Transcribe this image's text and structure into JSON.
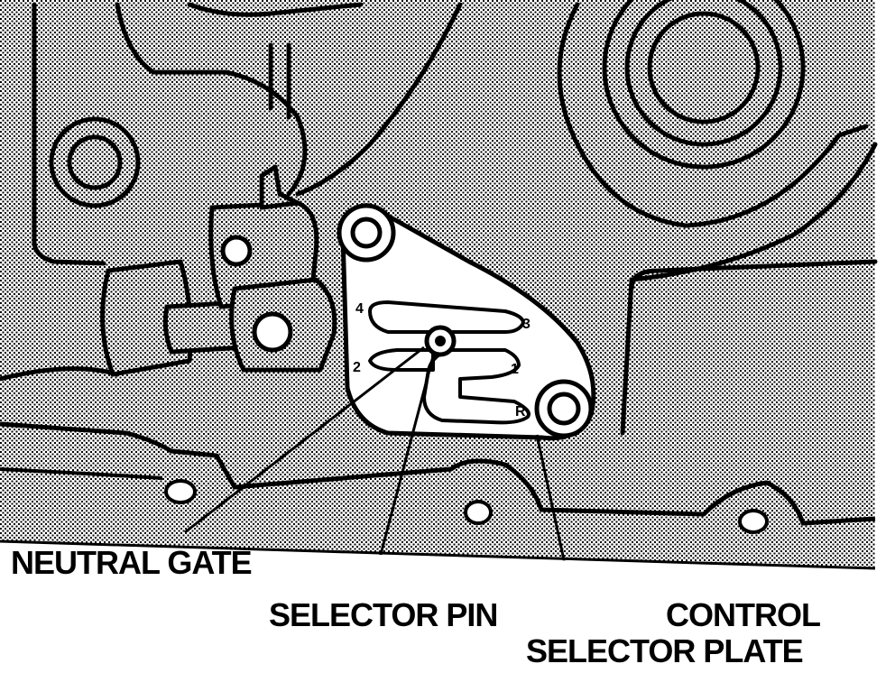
{
  "labels": {
    "neutral_gate": "NEUTRAL GATE",
    "selector_pin": "SELECTOR PIN",
    "control_line1": "CONTROL",
    "control_line2": "SELECTOR PLATE"
  },
  "gate_positions": [
    "4",
    "3",
    "2",
    "1",
    "R"
  ],
  "colors": {
    "ink": "#000000",
    "paper": "#ffffff"
  }
}
